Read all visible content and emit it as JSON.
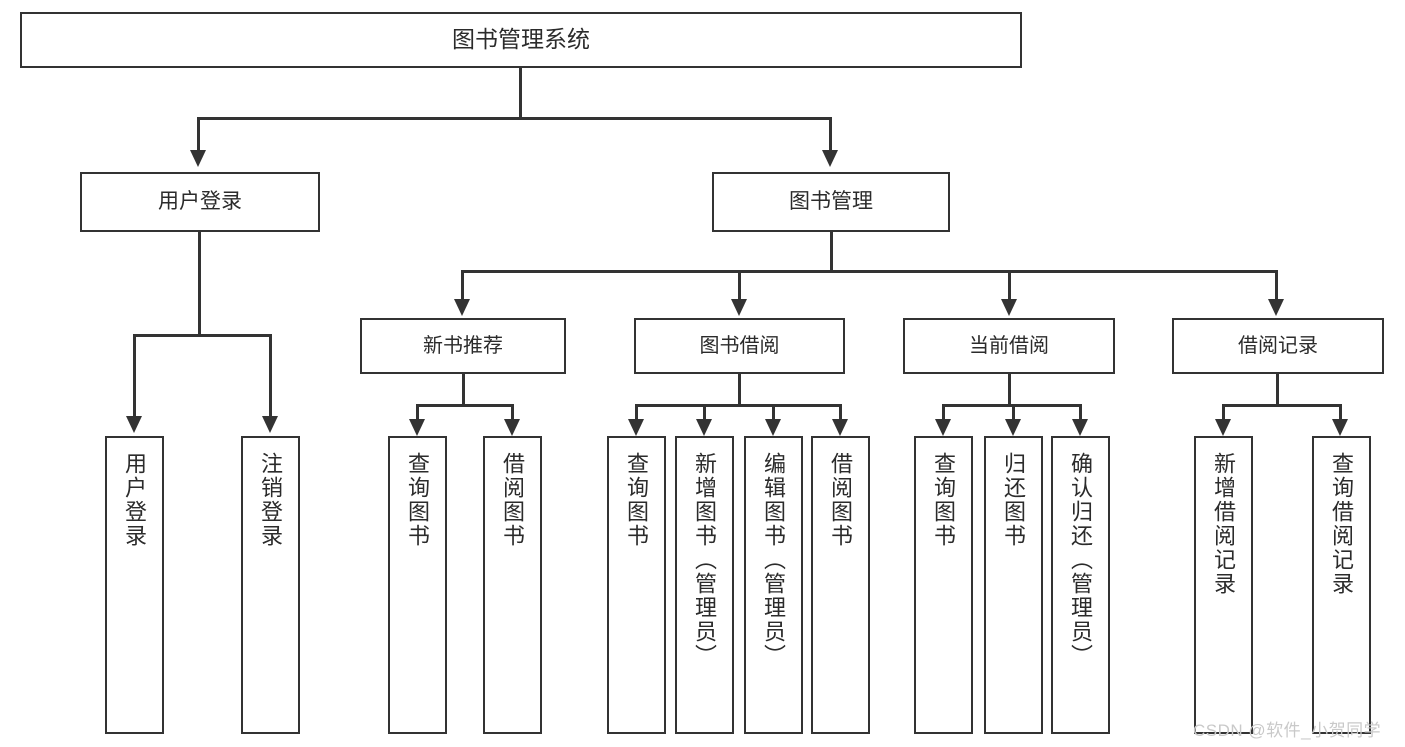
{
  "diagram": {
    "title": "图书管理系统",
    "type": "tree",
    "watermark": "CSDN @软件_小贺同学",
    "colors": {
      "box_border": "#333333",
      "box_fill": "#ffffff",
      "connector": "#333333",
      "text": "#2b2b2b",
      "watermark": "#c9c9c9",
      "background": "#ffffff"
    },
    "root": {
      "label": "图书管理系统"
    },
    "level1": [
      {
        "label": "用户登录"
      },
      {
        "label": "图书管理"
      }
    ],
    "level2": [
      {
        "label": "新书推荐"
      },
      {
        "label": "图书借阅"
      },
      {
        "label": "当前借阅"
      },
      {
        "label": "借阅记录"
      }
    ],
    "leaves": {
      "user_login": [
        {
          "label": "用户登录"
        },
        {
          "label": "注销登录"
        }
      ],
      "new_book_recommend": [
        {
          "label": "查询图书"
        },
        {
          "label": "借阅图书"
        }
      ],
      "book_borrow": [
        {
          "label": "查询图书"
        },
        {
          "label": "新增图书（管理员）"
        },
        {
          "label": "编辑图书（管理员）"
        },
        {
          "label": "借阅图书"
        }
      ],
      "current_borrow": [
        {
          "label": "查询图书"
        },
        {
          "label": "归还图书"
        },
        {
          "label": "确认归还（管理员）"
        }
      ],
      "borrow_record": [
        {
          "label": "新增借阅记录"
        },
        {
          "label": "查询借阅记录"
        }
      ]
    }
  }
}
